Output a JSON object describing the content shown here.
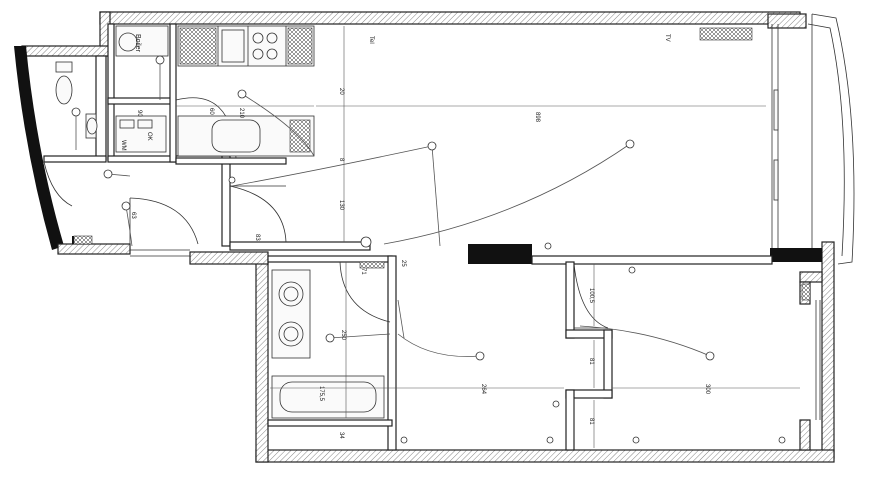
{
  "labels": {
    "boiler": "Boiler",
    "tv": "TV",
    "tel": "Tel",
    "wm": "WM",
    "ok": "OK",
    "d90": "90",
    "d60": "60",
    "d210": "210",
    "d20": "20",
    "d8": "8",
    "d130": "130",
    "d83": "83",
    "d63": "63",
    "d898": "898",
    "d71": "71",
    "d25": "25",
    "d250": "250",
    "d1755": "175,5",
    "d34": "34",
    "d264": "264",
    "d1005": "100,5",
    "d81a": "81",
    "d81b": "81",
    "d300": "300"
  },
  "colors": {
    "walls": "#222222",
    "solid_wall": "#111111",
    "background": "#ffffff"
  }
}
